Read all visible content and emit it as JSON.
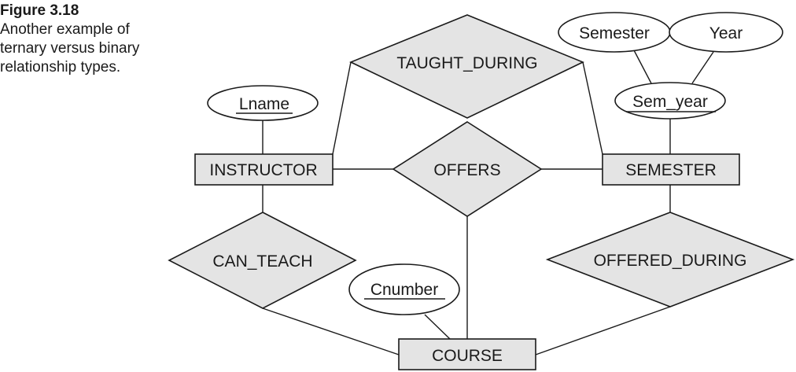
{
  "caption": {
    "title": "Figure 3.18",
    "description": "Another example of ternary versus binary relationship types."
  },
  "entities": {
    "instructor": "INSTRUCTOR",
    "semester": "SEMESTER",
    "course": "COURSE"
  },
  "relationships": {
    "taught_during": "TAUGHT_DURING",
    "offers": "OFFERS",
    "can_teach": "CAN_TEACH",
    "offered_during": "OFFERED_DURING"
  },
  "attributes": {
    "lname": "Lname",
    "semester": "Semester",
    "year": "Year",
    "sem_year": "Sem_year",
    "cnumber": "Cnumber"
  }
}
